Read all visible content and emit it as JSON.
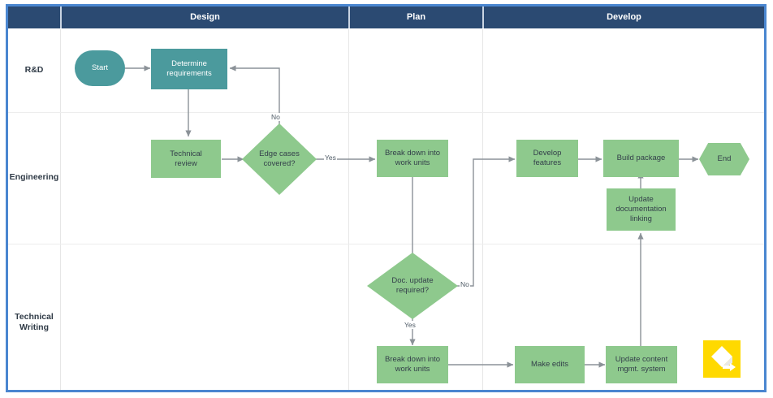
{
  "diagram": {
    "title": "Product development swimlane flowchart",
    "colors": {
      "header_band": "#2b4a72",
      "frame_border": "#4a86d0",
      "teal_shape": "#4b9a9d",
      "green_shape": "#8ec98d",
      "connector": "#8b9298",
      "logo_yellow": "#ffd900"
    },
    "columns": [
      {
        "label": "Design"
      },
      {
        "label": "Plan"
      },
      {
        "label": "Develop"
      }
    ],
    "lanes": [
      {
        "label": "R&D"
      },
      {
        "label": "Engineering"
      },
      {
        "label": "Technical\nWriting"
      }
    ],
    "nodes": [
      {
        "id": "start",
        "label": "Start",
        "shape": "rounded",
        "fill": "teal",
        "lane": "R&D",
        "column": "Design"
      },
      {
        "id": "determine",
        "label": "Determine\nrequirements",
        "shape": "rectangle",
        "fill": "teal",
        "lane": "R&D",
        "column": "Design"
      },
      {
        "id": "techreview",
        "label": "Technical\nreview",
        "shape": "rectangle",
        "fill": "green",
        "lane": "Engineering",
        "column": "Design"
      },
      {
        "id": "edgecases",
        "label": "Edge cases\ncovered?",
        "shape": "diamond",
        "fill": "green",
        "lane": "Engineering",
        "column": "Design"
      },
      {
        "id": "breakdown1",
        "label": "Break down into\nwork units",
        "shape": "rectangle",
        "fill": "green",
        "lane": "Engineering",
        "column": "Plan"
      },
      {
        "id": "developfeat",
        "label": "Develop\nfeatures",
        "shape": "rectangle",
        "fill": "green",
        "lane": "Engineering",
        "column": "Develop"
      },
      {
        "id": "buildpkg",
        "label": "Build package",
        "shape": "rectangle",
        "fill": "green",
        "lane": "Engineering",
        "column": "Develop"
      },
      {
        "id": "end",
        "label": "End",
        "shape": "hexagon",
        "fill": "green",
        "lane": "Engineering",
        "column": "Develop"
      },
      {
        "id": "updatedoc",
        "label": "Update\ndocumentation\nlinking",
        "shape": "rectangle",
        "fill": "green",
        "lane": "Engineering",
        "column": "Develop"
      },
      {
        "id": "docupdate",
        "label": "Doc. update\nrequired?",
        "shape": "diamond",
        "fill": "green",
        "lane": "Technical Writing",
        "column": "Plan"
      },
      {
        "id": "breakdown2",
        "label": "Break down into\nwork units",
        "shape": "rectangle",
        "fill": "green",
        "lane": "Technical Writing",
        "column": "Plan"
      },
      {
        "id": "makeedits",
        "label": "Make edits",
        "shape": "rectangle",
        "fill": "green",
        "lane": "Technical Writing",
        "column": "Develop"
      },
      {
        "id": "updatecms",
        "label": "Update content\nmgmt. system",
        "shape": "rectangle",
        "fill": "green",
        "lane": "Technical Writing",
        "column": "Develop"
      }
    ],
    "edge_labels": [
      {
        "id": "edge-no-1",
        "text": "No"
      },
      {
        "id": "edge-yes-1",
        "text": "Yes"
      },
      {
        "id": "edge-no-2",
        "text": "No"
      },
      {
        "id": "edge-yes-2",
        "text": "Yes"
      }
    ],
    "logo": {
      "name": "lucidchart-logo"
    }
  }
}
